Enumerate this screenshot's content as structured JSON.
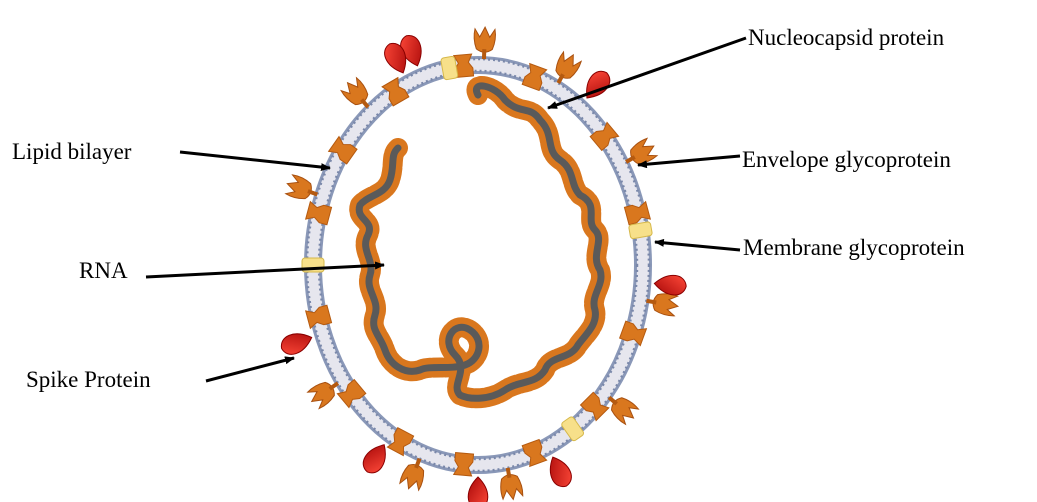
{
  "labels": {
    "nucleocapsid": "Nucleocapsid protein",
    "lipid_bilayer": "Lipid bilayer",
    "envelope": "Envelope glycoprotein",
    "membrane": "Membrane glycoprotein",
    "rna": "RNA",
    "spike": "Spike Protein"
  },
  "colors": {
    "membrane_band": "#e6e6ee",
    "membrane_beads": "#8a98b8",
    "membrane_protein": "#d9771e",
    "envelope_protein": "#f7e08a",
    "spike_protein": "#d9771e",
    "red_spike": "#d81414",
    "rna_strand": "#5a5a5a",
    "nucleocapsid": "#d9771e",
    "arrow": "#000000",
    "text": "#000000"
  }
}
